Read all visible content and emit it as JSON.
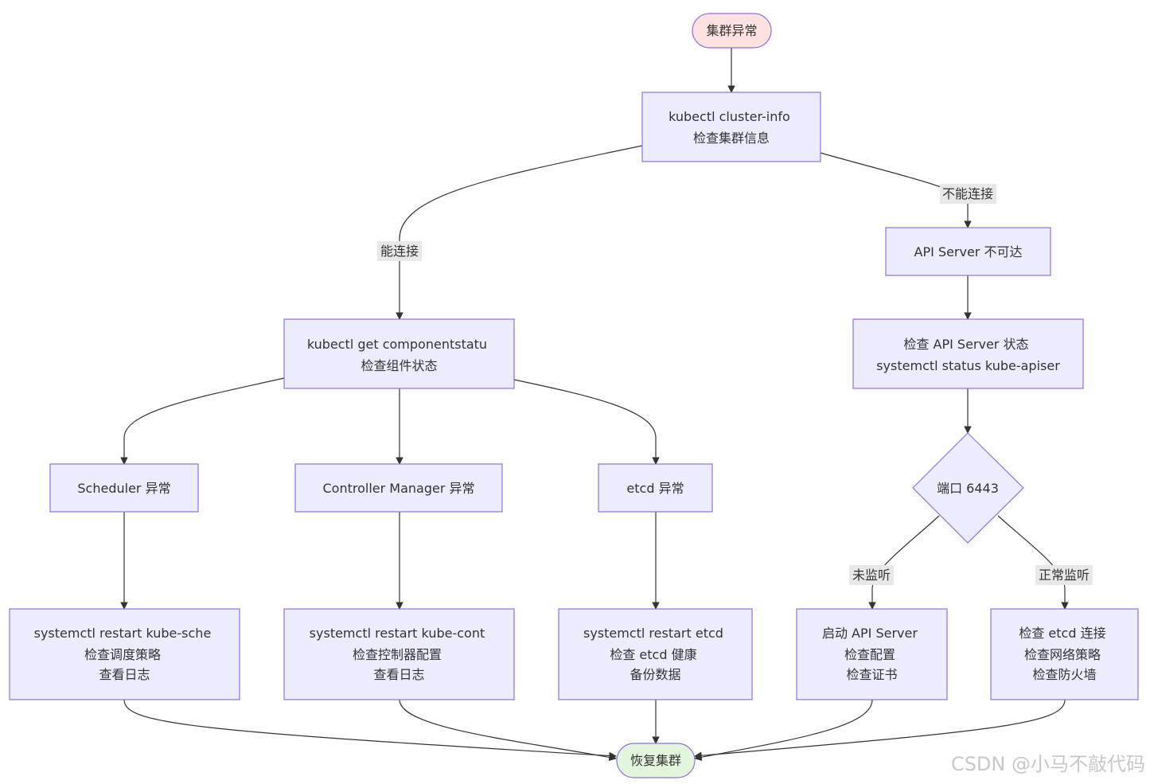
{
  "diagram": {
    "nodes": {
      "start": [
        "集群异常"
      ],
      "cluster_info": [
        "kubectl cluster-info",
        "检查集群信息"
      ],
      "api_unreachable": [
        "API Server 不可达"
      ],
      "componentstatus": [
        "kubectl get componentstatu",
        "检查组件状态"
      ],
      "check_api": [
        "检查 API Server 状态",
        "systemctl status kube-apiser"
      ],
      "scheduler": [
        "Scheduler 异常"
      ],
      "controller": [
        "Controller Manager 异常"
      ],
      "etcd": [
        "etcd 异常"
      ],
      "port": [
        "端口 6443"
      ],
      "fix_scheduler": [
        "systemctl restart kube-sche",
        "检查调度策略",
        "查看日志"
      ],
      "fix_controller": [
        "systemctl restart kube-cont",
        "检查控制器配置",
        "查看日志"
      ],
      "fix_etcd": [
        "systemctl restart etcd",
        "检查 etcd 健康",
        "备份数据"
      ],
      "start_api": [
        "启动 API Server",
        "检查配置",
        "检查证书"
      ],
      "check_etcd_conn": [
        "检查 etcd 连接",
        "检查网络策略",
        "检查防火墙"
      ],
      "recover": [
        "恢复集群"
      ]
    },
    "edge_labels": {
      "can_connect": "能连接",
      "cannot_connect": "不能连接",
      "not_listening": "未监听",
      "listening": "正常监听"
    }
  },
  "watermark": "CSDN @小马不敲代码"
}
